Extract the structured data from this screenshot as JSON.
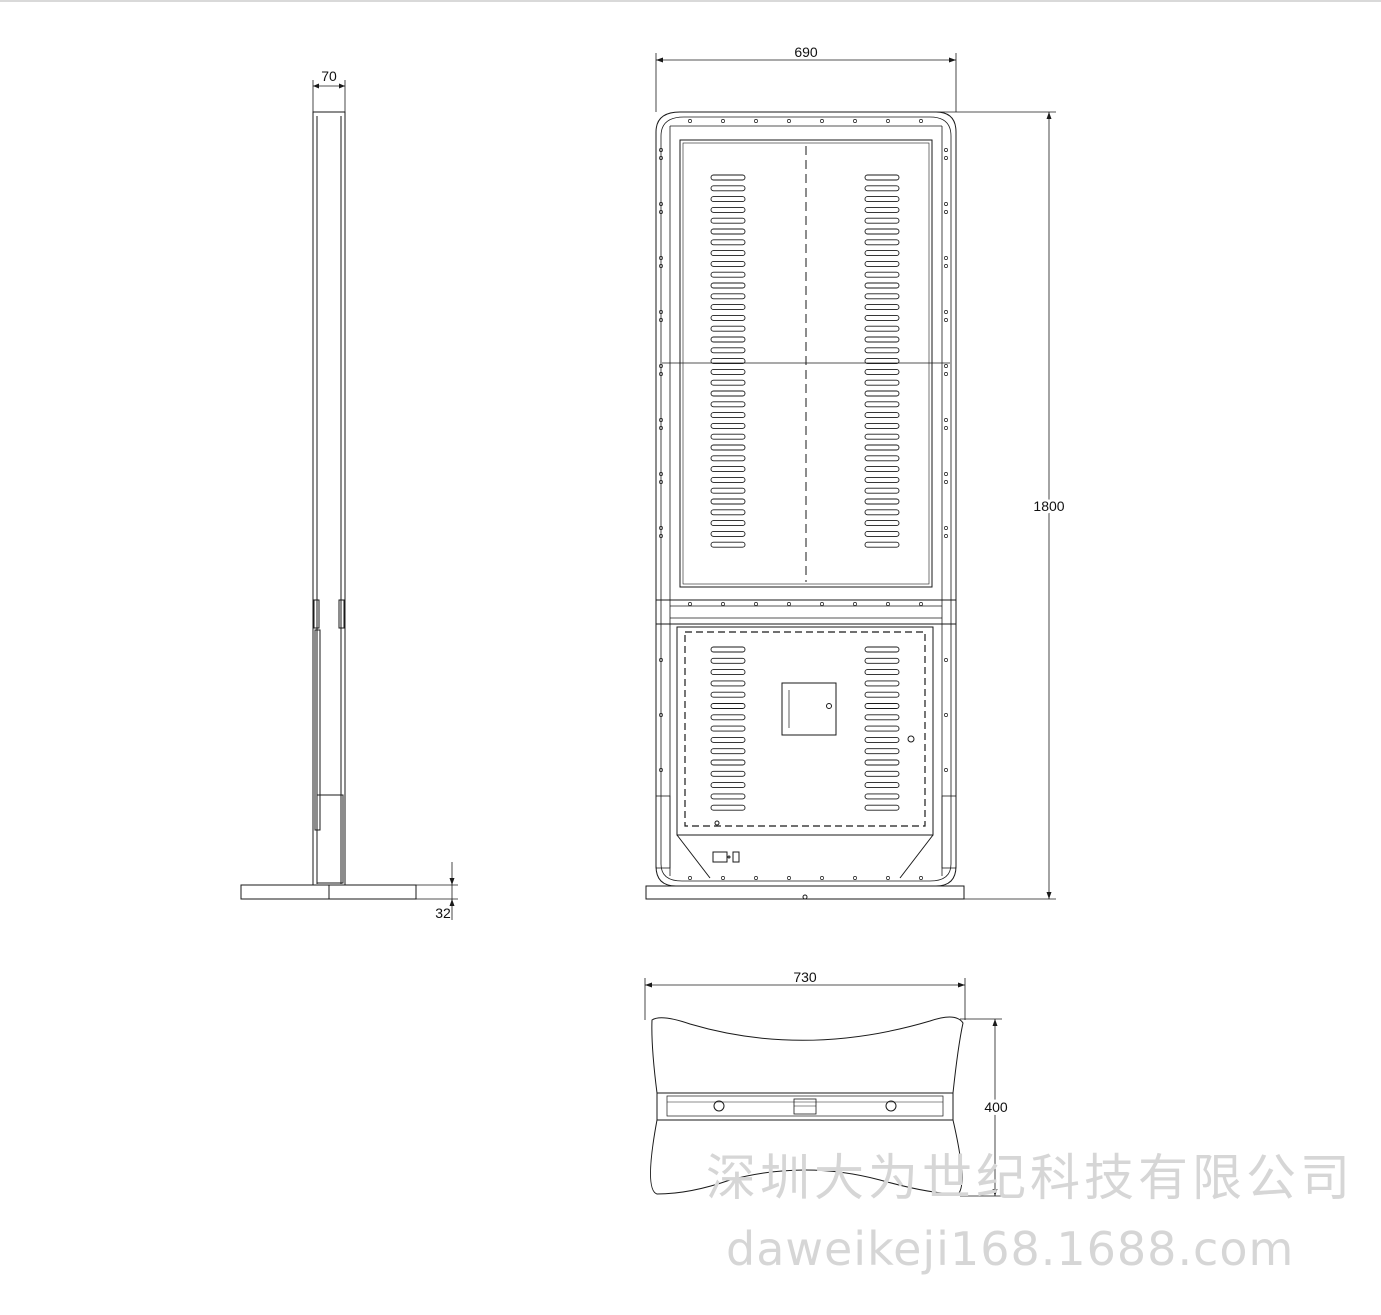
{
  "dimensions": {
    "side_depth": "70",
    "base_height": "32",
    "front_width": "690",
    "total_height": "1800",
    "base_width": "730",
    "base_depth": "400"
  },
  "watermark": {
    "company": "深圳大为世纪科技有限公司",
    "url": "daweikeji168.1688.com"
  },
  "colors": {
    "line": "#1a1a1a",
    "watermark": "#d6d6d6"
  }
}
